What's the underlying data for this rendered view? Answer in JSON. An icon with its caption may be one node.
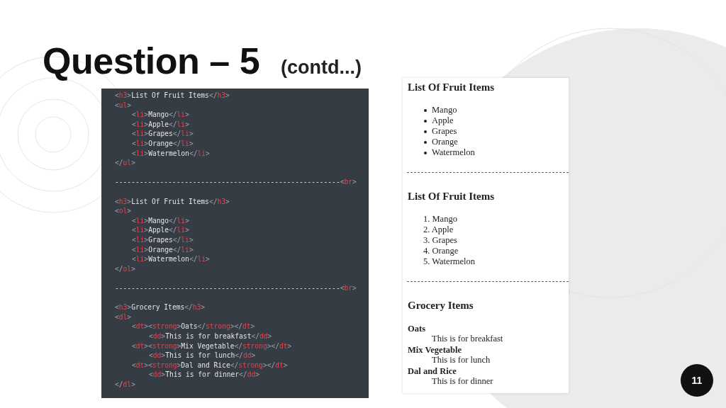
{
  "diagram": {
    "title": "Question – 5",
    "labels": [
      "(contd...)",
      "<h3>List Of Fruit Items</h3>",
      "<ul>",
      "<li>Mango</li>",
      "<li>Apple</li>",
      "<li>Grapes</li>",
      "<li>Orange</li>",
      "<li>Watermelon</li>",
      "</ul>",
      "-------------------------------------------------------<br>",
      "<h3>List Of Fruit Items</h3>",
      "<ol>",
      "<li>Mango</li>",
      "<li>Apple</li>",
      "<li>Grapes</li>",
      "<li>Orange</li>",
      "<li>Watermelon</li>",
      "</ol>",
      "-------------------------------------------------------<br>",
      "<h3>Grocery Items</h3>",
      "<dl>",
      "<dt><strong>Oats</strong></dt>",
      "<dd>This is for breakfast</dd>",
      "<dt><strong>Mix Vegetable</strong></dt>",
      "<dd>This is for lunch</dd>",
      "<dt><strong>Dal and Rice</strong></dt>",
      "<dd>This is for dinner</dd>",
      "</dl>",
      "List Of Fruit Items",
      "Mango",
      "Apple",
      "Grapes",
      "Orange",
      "Watermelon",
      "List Of Fruit Items",
      "1. Mango",
      "2. Apple",
      "3. Grapes",
      "4. Orange",
      "5. Watermelon",
      "Grocery Items",
      "Oats",
      "This is for breakfast",
      "Mix Vegetable",
      "This is for lunch",
      "Dal and Rice",
      "This is for dinner",
      "11"
    ]
  }
}
